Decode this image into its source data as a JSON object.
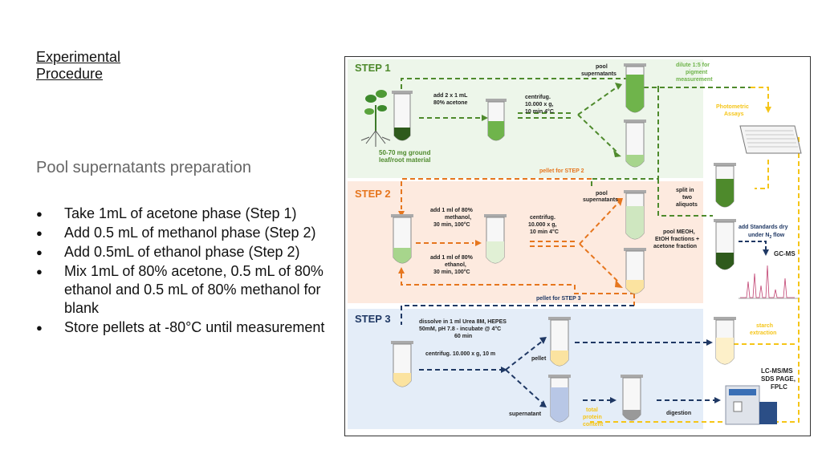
{
  "slide": {
    "title_line1": "Experimental",
    "title_line2": "Procedure",
    "subtitle": "Pool supernatants preparation",
    "bullets": [
      "Take 1mL of acetone phase (Step 1)",
      "Add 0.5 mL of methanol phase (Step 2)",
      "Add 0.5mL of ethanol phase (Step 2)",
      "Mix 1mL of 80% acetone, 0.5 mL of 80% ethanol and 0.5 mL of 80% methanol for blank",
      "Store pellets at -80°C until measurement"
    ]
  },
  "diagram": {
    "colors": {
      "step1": "#4e8a2c",
      "step2": "#e6761e",
      "step3": "#1f3864",
      "assay": "#f5c518",
      "bg1": "#edf6ea",
      "bg2": "#fdeadf",
      "bg3": "#e4edf8"
    },
    "step1": {
      "label": "STEP 1",
      "sample_line1": "50-70 mg ground",
      "sample_line2": "leaf/root material",
      "add_line1": "add 2 x 1 mL",
      "add_line2": "80% acetone",
      "centri_line1": "centrifug.",
      "centri_line2": "10.000 x g,",
      "centri_line3": "10 min 4°C",
      "pool_line1": "pool",
      "pool_line2": "supernatants",
      "dilute_line1": "dilute 1:5 for",
      "dilute_line2": "pigment",
      "dilute_line3": "measurement",
      "photometric_line1": "Photometric",
      "photometric_line2": "Assays",
      "pellet_label": "pellet for STEP 2"
    },
    "step2": {
      "label": "STEP 2",
      "add_meoh_line1": "add 1 ml of 80%",
      "add_meoh_line2": "methanol,",
      "add_meoh_line3": "30 min, 100°C",
      "add_etoh_line1": "add 1 ml of 80%",
      "add_etoh_line2": "ethanol,",
      "add_etoh_line3": "30 min, 100°C",
      "centri_line1": "centrifug.",
      "centri_line2": "10.000 x g,",
      "centri_line3": "10 min 4°C",
      "pool_line1": "pool",
      "pool_line2": "supernatants",
      "split_line1": "split in",
      "split_line2": "two",
      "split_line3": "aliquots",
      "poolmix_line1": "pool MEOH,",
      "poolmix_line2": "EtOH fractions +",
      "poolmix_line3": "acetone fraction",
      "standards_line1": "add Standards dry",
      "standards_line2a": "under N",
      "standards_sub": "2",
      "standards_line2b": " flow",
      "gcms": "GC-MS",
      "pellet_label": "pellet for STEP 3"
    },
    "step3": {
      "label": "STEP 3",
      "dissolve_line1": "dissolve in 1 ml Urea 8M, HEPES",
      "dissolve_line2": "50mM, pH 7.8 - incubate @ 4°C",
      "dissolve_line3": "60 min",
      "centri": "centrifug. 10.000 x g, 10 m",
      "pellet": "pellet",
      "supernatant": "supernatant",
      "starch_line1": "starch",
      "starch_line2": "extraction",
      "total_line1": "total",
      "total_line2": "protein",
      "total_line3": "content",
      "digestion": "digestion",
      "lcms_line1": "LC-MS/MS",
      "lcms_line2": "SDS PAGE,",
      "lcms_line3": "FPLC"
    }
  }
}
